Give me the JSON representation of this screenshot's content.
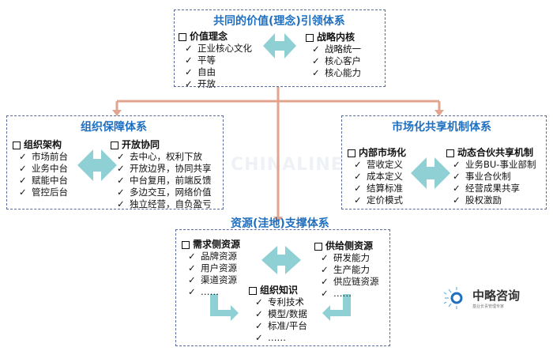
{
  "watermark": "CHINALINE",
  "top": {
    "title": "共同的价值(理念)引领体系",
    "left": {
      "heading": "价值理念",
      "items": [
        "正业核心文化",
        "平等",
        "自由",
        "开放"
      ]
    },
    "right": {
      "heading": "战略内核",
      "items": [
        "战略统一",
        "核心客户",
        "核心能力"
      ]
    }
  },
  "left_box": {
    "title": "组织保障体系",
    "left": {
      "heading": "组织架构",
      "items": [
        "市场前台",
        "业务中台",
        "赋能中台",
        "管控后台"
      ]
    },
    "right": {
      "heading": "开放协同",
      "items": [
        "去中心，权利下放",
        "开放边界，协同共享",
        "中台复用，前端反馈",
        "多边交互，网络价值",
        "独立经营，自负盈亏"
      ]
    }
  },
  "right_box": {
    "title": "市场化共享机制体系",
    "left": {
      "heading": "内部市场化",
      "items": [
        "营收定义",
        "成本定义",
        "结算标准",
        "定价模式"
      ]
    },
    "right": {
      "heading": "动态合伙共享机制",
      "items": [
        "业务BU-事业部制",
        "事业合伙制",
        "经营成果共享",
        "股权激励"
      ]
    }
  },
  "bottom": {
    "title": "资源(洼地)支撑体系",
    "left": {
      "heading": "需求侧资源",
      "items": [
        "品牌资源",
        "用户资源",
        "渠道资源",
        "……"
      ]
    },
    "right": {
      "heading": "供给侧资源",
      "items": [
        "研发能力",
        "生产能力",
        "供应链资源",
        "……"
      ]
    },
    "center": {
      "heading": "组织知识",
      "items": [
        "专利技术",
        "模型/数据",
        "标准/平台",
        "……"
      ]
    }
  },
  "logo": {
    "name": "中略咨询",
    "tagline": "基业长青管理专家"
  },
  "colors": {
    "title": "#1f6fc0",
    "connector": "#e2a48e",
    "arrow": "#8fd0d4"
  }
}
